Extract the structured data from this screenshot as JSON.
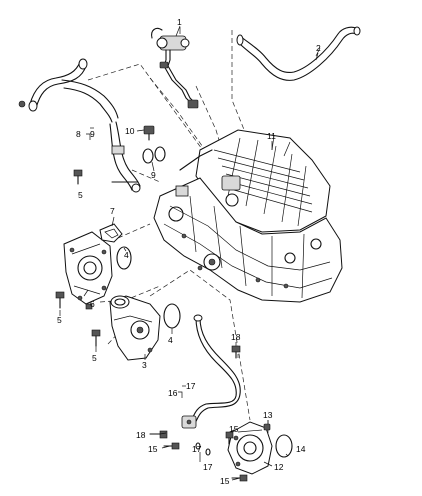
{
  "callouts": {
    "n1": "1",
    "n2": "2",
    "n3": "3",
    "n4a": "4",
    "n4b": "4",
    "n5a": "5",
    "n5b": "5",
    "n5c": "5",
    "n6": "6",
    "n7": "7",
    "n8": "8",
    "n9a": "9",
    "n9b": "9",
    "n10": "10",
    "n11": "11",
    "n12": "12",
    "n13": "13",
    "n14": "14",
    "n15a": "15",
    "n15b": "15",
    "n15c": "15",
    "n16": "16",
    "n17a": "17",
    "n17b": "17",
    "n17c": "17",
    "n18a": "18",
    "n18b": "18"
  },
  "icons": [
    "engine-block",
    "coolant-hose",
    "thermostat-housing",
    "water-pump",
    "bolt",
    "o-ring",
    "sensor"
  ]
}
